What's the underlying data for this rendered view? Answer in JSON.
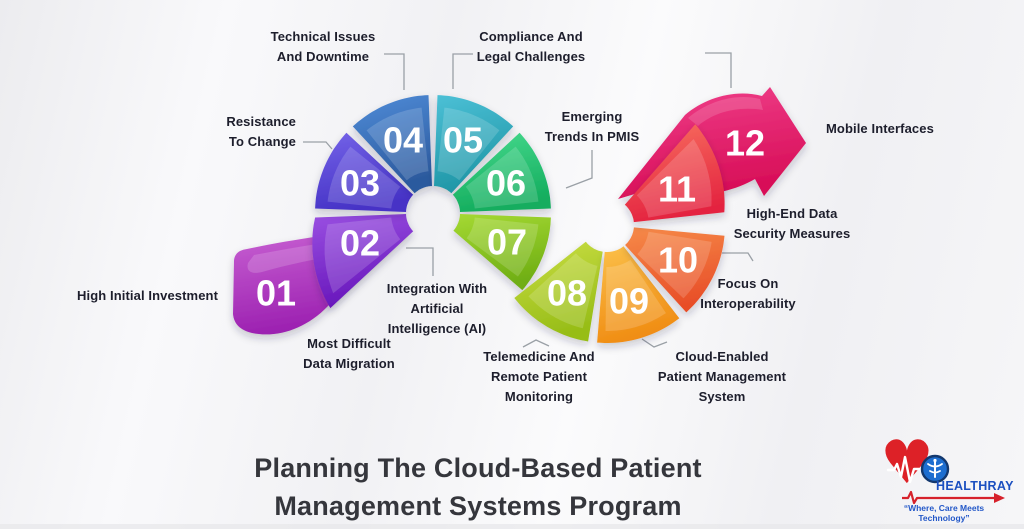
{
  "title": {
    "lines": [
      "Planning The Cloud-Based Patient",
      "Management Systems Program"
    ]
  },
  "steps": [
    {
      "number": "01",
      "label": "High Initial Investment",
      "lines": [
        "High Initial Investment"
      ],
      "color_light": "#ca64d4",
      "color_dark": "#9b1fb0"
    },
    {
      "number": "02",
      "label": "Most Difficult Data Migration",
      "lines": [
        "Most Difficult",
        "Data Migration"
      ],
      "color_light": "#9a50e2",
      "color_dark": "#6716bb"
    },
    {
      "number": "03",
      "label": "Resistance To Change",
      "lines": [
        "Resistance",
        "To Change"
      ],
      "color_light": "#7463e8",
      "color_dark": "#4633c6"
    },
    {
      "number": "04",
      "label": "Technical Issues And Downtime",
      "lines": [
        "Technical Issues",
        "And Downtime"
      ],
      "color_light": "#4f8cd8",
      "color_dark": "#2c5a9e"
    },
    {
      "number": "05",
      "label": "Compliance And Legal Challenges",
      "lines": [
        "Compliance And",
        "Legal Challenges"
      ],
      "color_light": "#4cc0d6",
      "color_dark": "#1f96a6"
    },
    {
      "number": "06",
      "label": "Emerging Trends In PMIS",
      "lines": [
        "Emerging",
        "Trends In PMIS"
      ],
      "color_light": "#47da8e",
      "color_dark": "#14ad5e"
    },
    {
      "number": "07",
      "label": "Integration With Artificial Intelligence (AI)",
      "lines": [
        "Integration With",
        "Artificial",
        "Intelligence (AI)"
      ],
      "color_light": "#a5d933",
      "color_dark": "#6fae14"
    },
    {
      "number": "08",
      "label": "Telemedicine And Remote Patient Monitoring",
      "lines": [
        "Telemedicine And",
        "Remote Patient",
        "Monitoring"
      ],
      "color_light": "#cade44",
      "color_dark": "#97bd17"
    },
    {
      "number": "09",
      "label": "Cloud-Enabled Patient Management System",
      "lines": [
        "Cloud-Enabled",
        "Patient Management",
        "System"
      ],
      "color_light": "#fbc04a",
      "color_dark": "#f08d14"
    },
    {
      "number": "10",
      "label": "Focus On Interoperability",
      "lines": [
        "Focus On",
        "Interoperability"
      ],
      "color_light": "#f68b49",
      "color_dark": "#e84e28"
    },
    {
      "number": "11",
      "label": "High-End Data Security Measures",
      "lines": [
        "High-End Data",
        "Security Measures"
      ],
      "color_light": "#f8705f",
      "color_dark": "#e42440"
    },
    {
      "number": "12",
      "label": "Mobile Interfaces",
      "lines": [
        "Mobile Interfaces"
      ],
      "color_light": "#f0418b",
      "color_dark": "#d80e58"
    }
  ],
  "brand": {
    "name": "HEALTHRAY",
    "tagline": "“Where, Care Meets Technology”",
    "heart_glyph": "♥",
    "heart_color": "#dd2127",
    "name_color": "#1b4fc0",
    "icons": [
      "heart-icon",
      "ecg-line-icon",
      "caduceus-icon",
      "arrow-underline-icon"
    ]
  },
  "leader_line_color": "#9aa0a6",
  "number_text_color": "#ffffff"
}
